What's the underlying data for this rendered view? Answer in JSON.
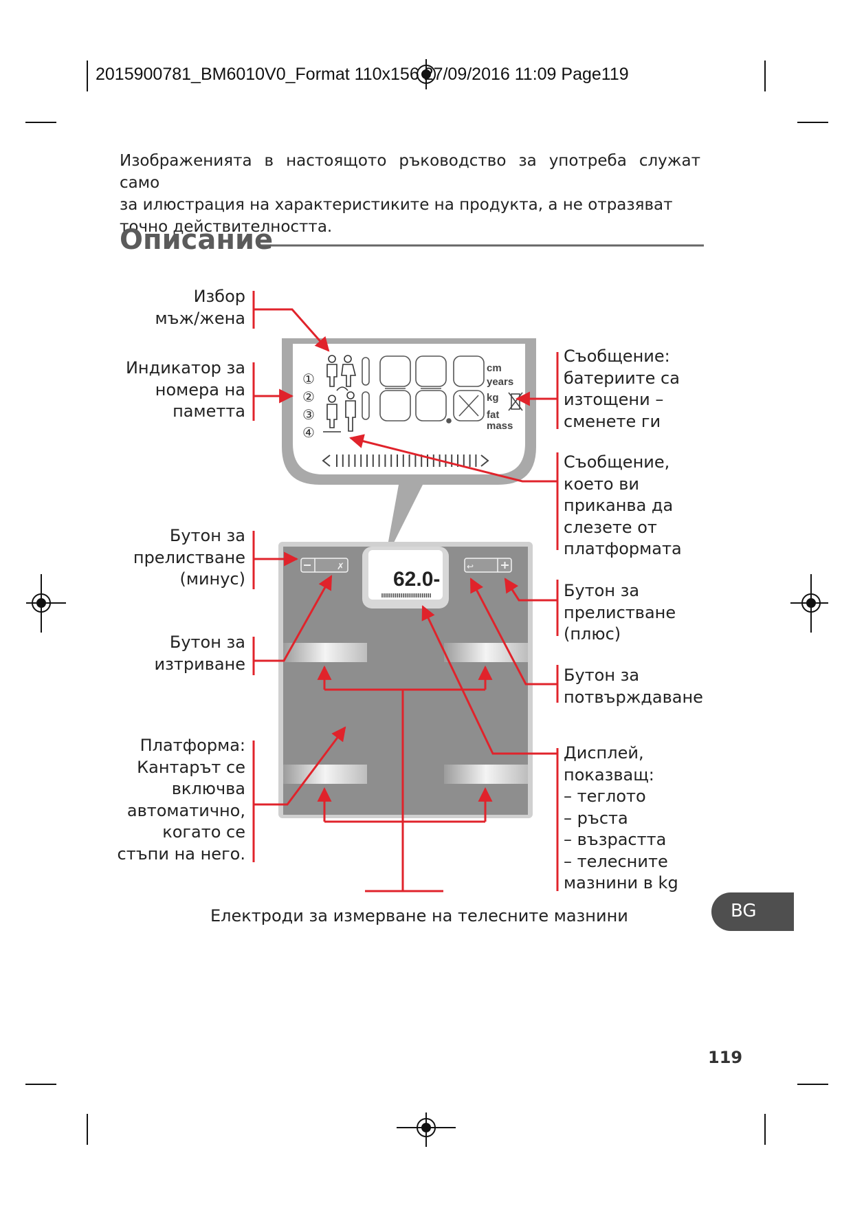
{
  "header": {
    "slug": "2015900781_BM6010V0_Format 110x156 27/09/2016  11:09  Page119"
  },
  "intro": {
    "lines": [
      "Изображенията в настоящото ръководство за употреба служат само",
      "за илюстрация на характеристиките на продукта, а не отразяват",
      "точно действителността."
    ]
  },
  "section": {
    "title": "Описание"
  },
  "labels": {
    "gender": [
      "Избор",
      "мъж/жена"
    ],
    "memory": [
      "Индикатор за",
      "номера на",
      "паметта"
    ],
    "minus": [
      "Бутон за",
      "прелистване",
      "(минус)"
    ],
    "delete": [
      "Бутон за",
      "изтриване"
    ],
    "platform": [
      "Платформа:",
      "Кантарът се",
      "включва",
      "автоматично,",
      "когато се",
      "стъпи на него."
    ],
    "battery": [
      "Съобщение:",
      "батериите са",
      "изтощени –",
      "сменете ги"
    ],
    "step_off": [
      "Съобщение,",
      "което ви",
      "приканва да",
      "слезете от",
      "платформата"
    ],
    "plus": [
      "Бутон за",
      "прелистване",
      "(плюс)"
    ],
    "confirm": [
      "Бутон за",
      "потвърждаване"
    ],
    "display": [
      "Дисплей,",
      "показващ:",
      "– теглото",
      "– ръста",
      "– възрастта",
      "– телесните",
      "мазнини в kg"
    ]
  },
  "caption": "Електроди за измерване на телесните мазнини",
  "lcd": {
    "units": [
      "cm",
      "years",
      "kg",
      "fat",
      "mass"
    ],
    "memory_numbers": [
      "①",
      "②",
      "③",
      "④"
    ],
    "scale_readout": "62.0-"
  },
  "badge": "BG",
  "page_number": "119",
  "colors": {
    "arrow": "#e0232b",
    "title": "#5b5b5b",
    "badge": "#4f4f4f",
    "scale": "#8e8e8e"
  }
}
